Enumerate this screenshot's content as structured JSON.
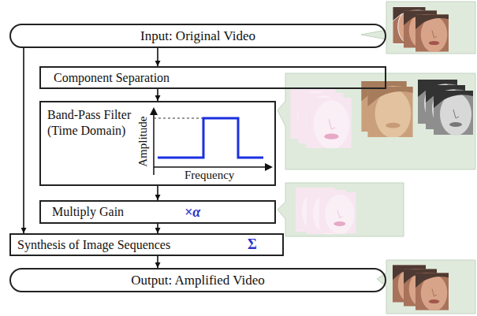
{
  "diagram": {
    "nodes": [
      {
        "text": [
          "Input: Original Video"
        ]
      },
      {
        "text": [
          "Component Separation"
        ]
      },
      {
        "text": [
          "Band-Pass Filter (Time Domain)"
        ]
      },
      {
        "text": [
          "Multiply Gain",
          "×α"
        ]
      },
      {
        "text": [
          "Synthesis of Image Sequences",
          "Σ"
        ]
      },
      {
        "text": [
          "Output: Amplified Video"
        ]
      }
    ],
    "edges": [
      {
        "from": 0,
        "to": 1,
        "arrow": "to"
      },
      {
        "from": 1,
        "to": 2,
        "arrow": "to"
      },
      {
        "from": 2,
        "to": 3,
        "arrow": "to"
      },
      {
        "from": 3,
        "to": 4,
        "arrow": "to"
      },
      {
        "from": 0,
        "to": 4,
        "arrow": "to"
      },
      {
        "from": 4,
        "to": 5,
        "arrow": "to"
      }
    ],
    "labels": [
      "Amplitude",
      "Frequency"
    ]
  }
}
